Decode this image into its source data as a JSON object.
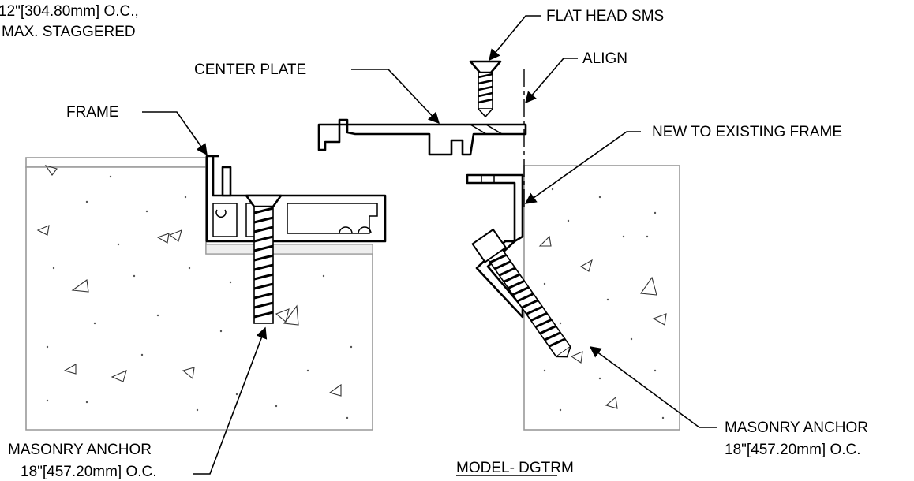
{
  "labels": {
    "frame": "FRAME",
    "center_plate": "CENTER PLATE",
    "flat_head_sms": "FLAT HEAD SMS",
    "align": "ALIGN",
    "new_to_existing": "NEW TO EXISTING FRAME",
    "spacing_line1": "12\"[304.80mm] O.C.,",
    "spacing_line2": "MAX. STAGGERED",
    "anchor_left_line1": "MASONRY ANCHOR",
    "anchor_left_line2": "18\"[457.20mm] O.C.",
    "anchor_right_line1": "MASONRY ANCHOR",
    "anchor_right_line2": "18\"[457.20mm] O.C.",
    "model_title": "MODEL- DGTRM"
  },
  "colors": {
    "line": "#000000",
    "concrete_edge": "#999999",
    "background": "#ffffff"
  }
}
